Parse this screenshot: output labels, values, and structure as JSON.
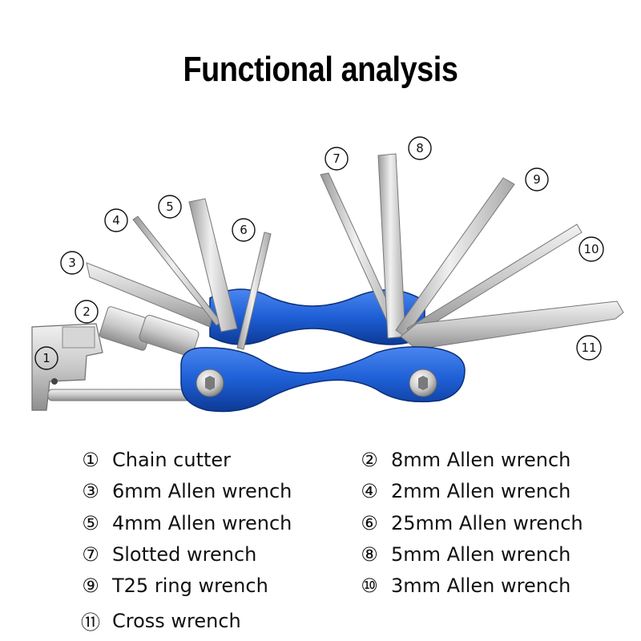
{
  "title": "Functional analysis",
  "colors": {
    "steel_light": "#e4e4e4",
    "steel_mid": "#bdbdbd",
    "steel_dark": "#8a8a8a",
    "anodized_blue": "#1e5fd6",
    "anodized_blue_dark": "#0d3a96"
  },
  "callouts": [
    "①",
    "②",
    "③",
    "④",
    "⑤",
    "⑥",
    "⑦",
    "⑧",
    "⑨",
    "⑩",
    "⑪"
  ],
  "legend": [
    {
      "num": "①",
      "label": "Chain cutter"
    },
    {
      "num": "②",
      "label": "8mm Allen wrench"
    },
    {
      "num": "③",
      "label": "6mm Allen wrench"
    },
    {
      "num": "④",
      "label": "2mm Allen wrench"
    },
    {
      "num": "⑤",
      "label": "4mm Allen wrench"
    },
    {
      "num": "⑥",
      "label": "25mm Allen wrench"
    },
    {
      "num": "⑦",
      "label": "Slotted wrench"
    },
    {
      "num": "⑧",
      "label": "5mm Allen wrench"
    },
    {
      "num": "⑨",
      "label": "T25 ring wrench"
    },
    {
      "num": "⑩",
      "label": "3mm Allen wrench"
    },
    {
      "num": "⑪",
      "label": "Cross wrench"
    }
  ]
}
